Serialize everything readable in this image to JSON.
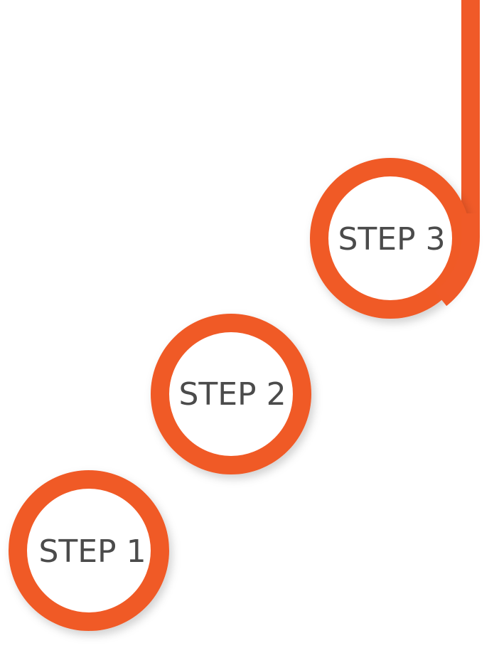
{
  "colors": {
    "accent": "#f05a28",
    "circle_fill": "#ffffff",
    "label_text": "#4b4b4b"
  },
  "steps": [
    {
      "label": "STEP 1"
    },
    {
      "label": "STEP 2"
    },
    {
      "label": "STEP 3"
    }
  ]
}
